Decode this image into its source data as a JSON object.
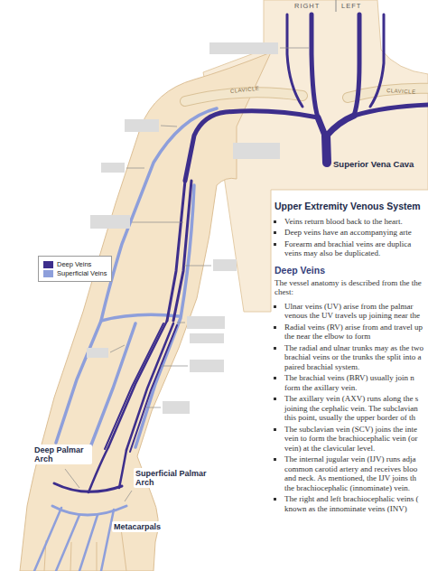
{
  "diagram": {
    "title": "Upper Extremity Venous System",
    "labels": [
      "RIGHT",
      "LEFT",
      "CLAVICLE",
      "CLAVICLE",
      "Superior Vena Cava",
      "Deep Palmar Arch",
      "Superficial Palmar Arch",
      "Metacarpals",
      "Veins return blood back to the heart.",
      "Deep veins have an accompanying arte",
      "Forearm and brachial veins are duplica veins may also be duplicated.",
      "Deep Veins",
      "The vessel anatomy is described from the the chest:",
      "Ulnar veins (UV) arise from the palmar venous the UV travels up joining near the",
      "Radial veins (RV) arise from and travel up the near the elbow to form",
      "The radial and ulnar trunks may as the two brachial veins or the trunks the split into a paired brachial system.",
      "The brachial veins (BRV) usually join n form the axillary vein.",
      "The axillary vein (AXV) runs along the s joining the cephalic vein. The subclavian this point, usually the upper border of th",
      "The subclavian vein (SCV) joins the inte vein to form the brachiocephalic vein (or vein) at the clavicular level.",
      "The internal jugular vein (IJV) runs adja common carotid artery and receives bloo and neck. As mentioned, the IJV joins th the brachiocephalic (innominate) vein.",
      "The right and left brachiocephalic veins ( known as the innominate veins (INV)"
    ],
    "legend": [
      {
        "text": "Deep Veins",
        "color": "#3d2e8c"
      },
      {
        "text": "Superficial Veins",
        "color": "#8e9fdb"
      }
    ]
  }
}
